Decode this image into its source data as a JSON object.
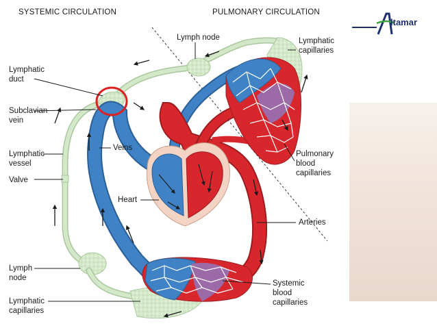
{
  "headers": {
    "systemic": "SYSTEMIC CIRCULATION",
    "pulmonary": "PULMONARY CIRCULATION"
  },
  "logo": {
    "text": "ltamar",
    "letter": "A"
  },
  "labels": {
    "lymphatic_duct": "Lymphatic\nduct",
    "subclavian_vein": "Subclavian\nvein",
    "lymphatic_vessel": "Lymphatic\nvessel",
    "valve": "Valve",
    "lymph_node_left": "Lymph\nnode",
    "lymphatic_capillaries_left": "Lymphatic\ncapillaries",
    "lymph_node_top": "Lymph node",
    "lymphatic_capillaries_right": "Lymphatic\ncapillaries",
    "pulmonary_blood_capillaries": "Pulmonary\nblood\ncapillaries",
    "arteries": "Arteries",
    "systemic_blood_capillaries": "Systemic\nblood\ncapillaries",
    "veins": "Veins",
    "heart": "Heart"
  },
  "colors": {
    "artery_red": "#d8272c",
    "vein_blue": "#3f83c6",
    "lymph_green": "#d3e8c9",
    "lymph_outline": "#a9c79c",
    "capillary_purple": "#9c6aa6",
    "highlight_circle": "#e02020",
    "brand_navy": "#1d2f6e",
    "brand_green": "#3ca43c"
  }
}
